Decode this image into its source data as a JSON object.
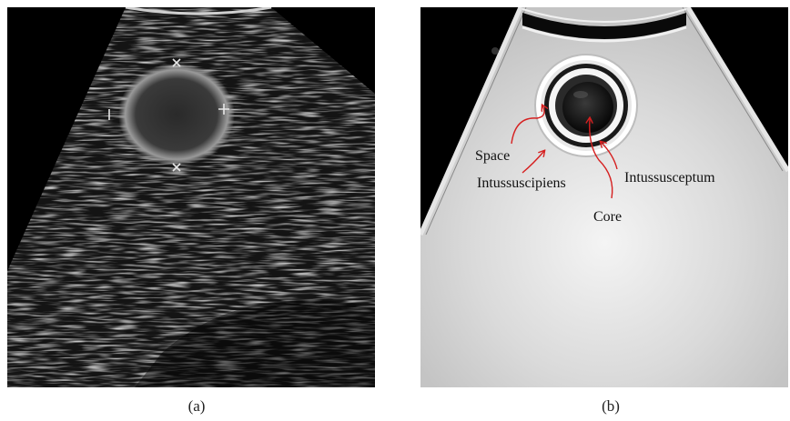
{
  "panels": {
    "a": {
      "caption": "(a)"
    },
    "b": {
      "caption": "(b)",
      "labels": {
        "space": "Space",
        "intussuscipiens": "Intussuscipiens",
        "intussusceptum": "Intussusceptum",
        "core": "Core"
      }
    }
  },
  "colors": {
    "arrow": "#d62020",
    "background": "#ffffff"
  }
}
